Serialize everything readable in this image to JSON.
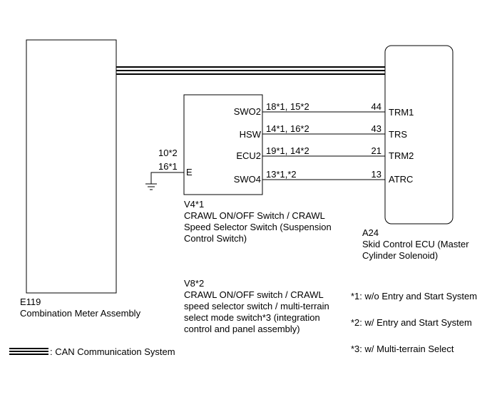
{
  "components": {
    "meter": {
      "code": "E119",
      "name": "Combination Meter Assembly"
    },
    "ecu": {
      "code": "A24",
      "name_line1": "Skid Control ECU (Master",
      "name_line2": "Cylinder Solenoid)"
    },
    "switch_v4": {
      "code": "V4*1",
      "line1": "CRAWL ON/OFF Switch / CRAWL",
      "line2": "Speed Selector Switch (Suspension",
      "line3": "Control Switch)"
    },
    "switch_v8": {
      "code": "V8*2",
      "line1": "CRAWL ON/OFF switch / CRAWL",
      "line2": "speed selector switch / multi-terrain",
      "line3": "select mode switch*3 (integration",
      "line4": "control and panel assembly)"
    }
  },
  "switch_pins": [
    "SWO2",
    "HSW",
    "ECU2",
    "SWO4",
    "E"
  ],
  "ground_pins": {
    "line1": "10*2",
    "line2": "16*1"
  },
  "wires": [
    {
      "switch_pin": "SWO2",
      "switch_label": "18*1, 15*2",
      "ecu_pin_no": "44",
      "ecu_pin": "TRM1"
    },
    {
      "switch_pin": "HSW",
      "switch_label": "14*1, 16*2",
      "ecu_pin_no": "43",
      "ecu_pin": "TRS"
    },
    {
      "switch_pin": "ECU2",
      "switch_label": "19*1, 14*2",
      "ecu_pin_no": "21",
      "ecu_pin": "TRM2"
    },
    {
      "switch_pin": "SWO4",
      "switch_label": "13*1,*2",
      "ecu_pin_no": "13",
      "ecu_pin": "ATRC"
    }
  ],
  "notes": {
    "n1": "*1: w/o Entry and Start System",
    "n2": "*2: w/ Entry and Start System",
    "n3": "*3: w/ Multi-terrain Select"
  },
  "legend": {
    "label": ": CAN Communication System"
  }
}
